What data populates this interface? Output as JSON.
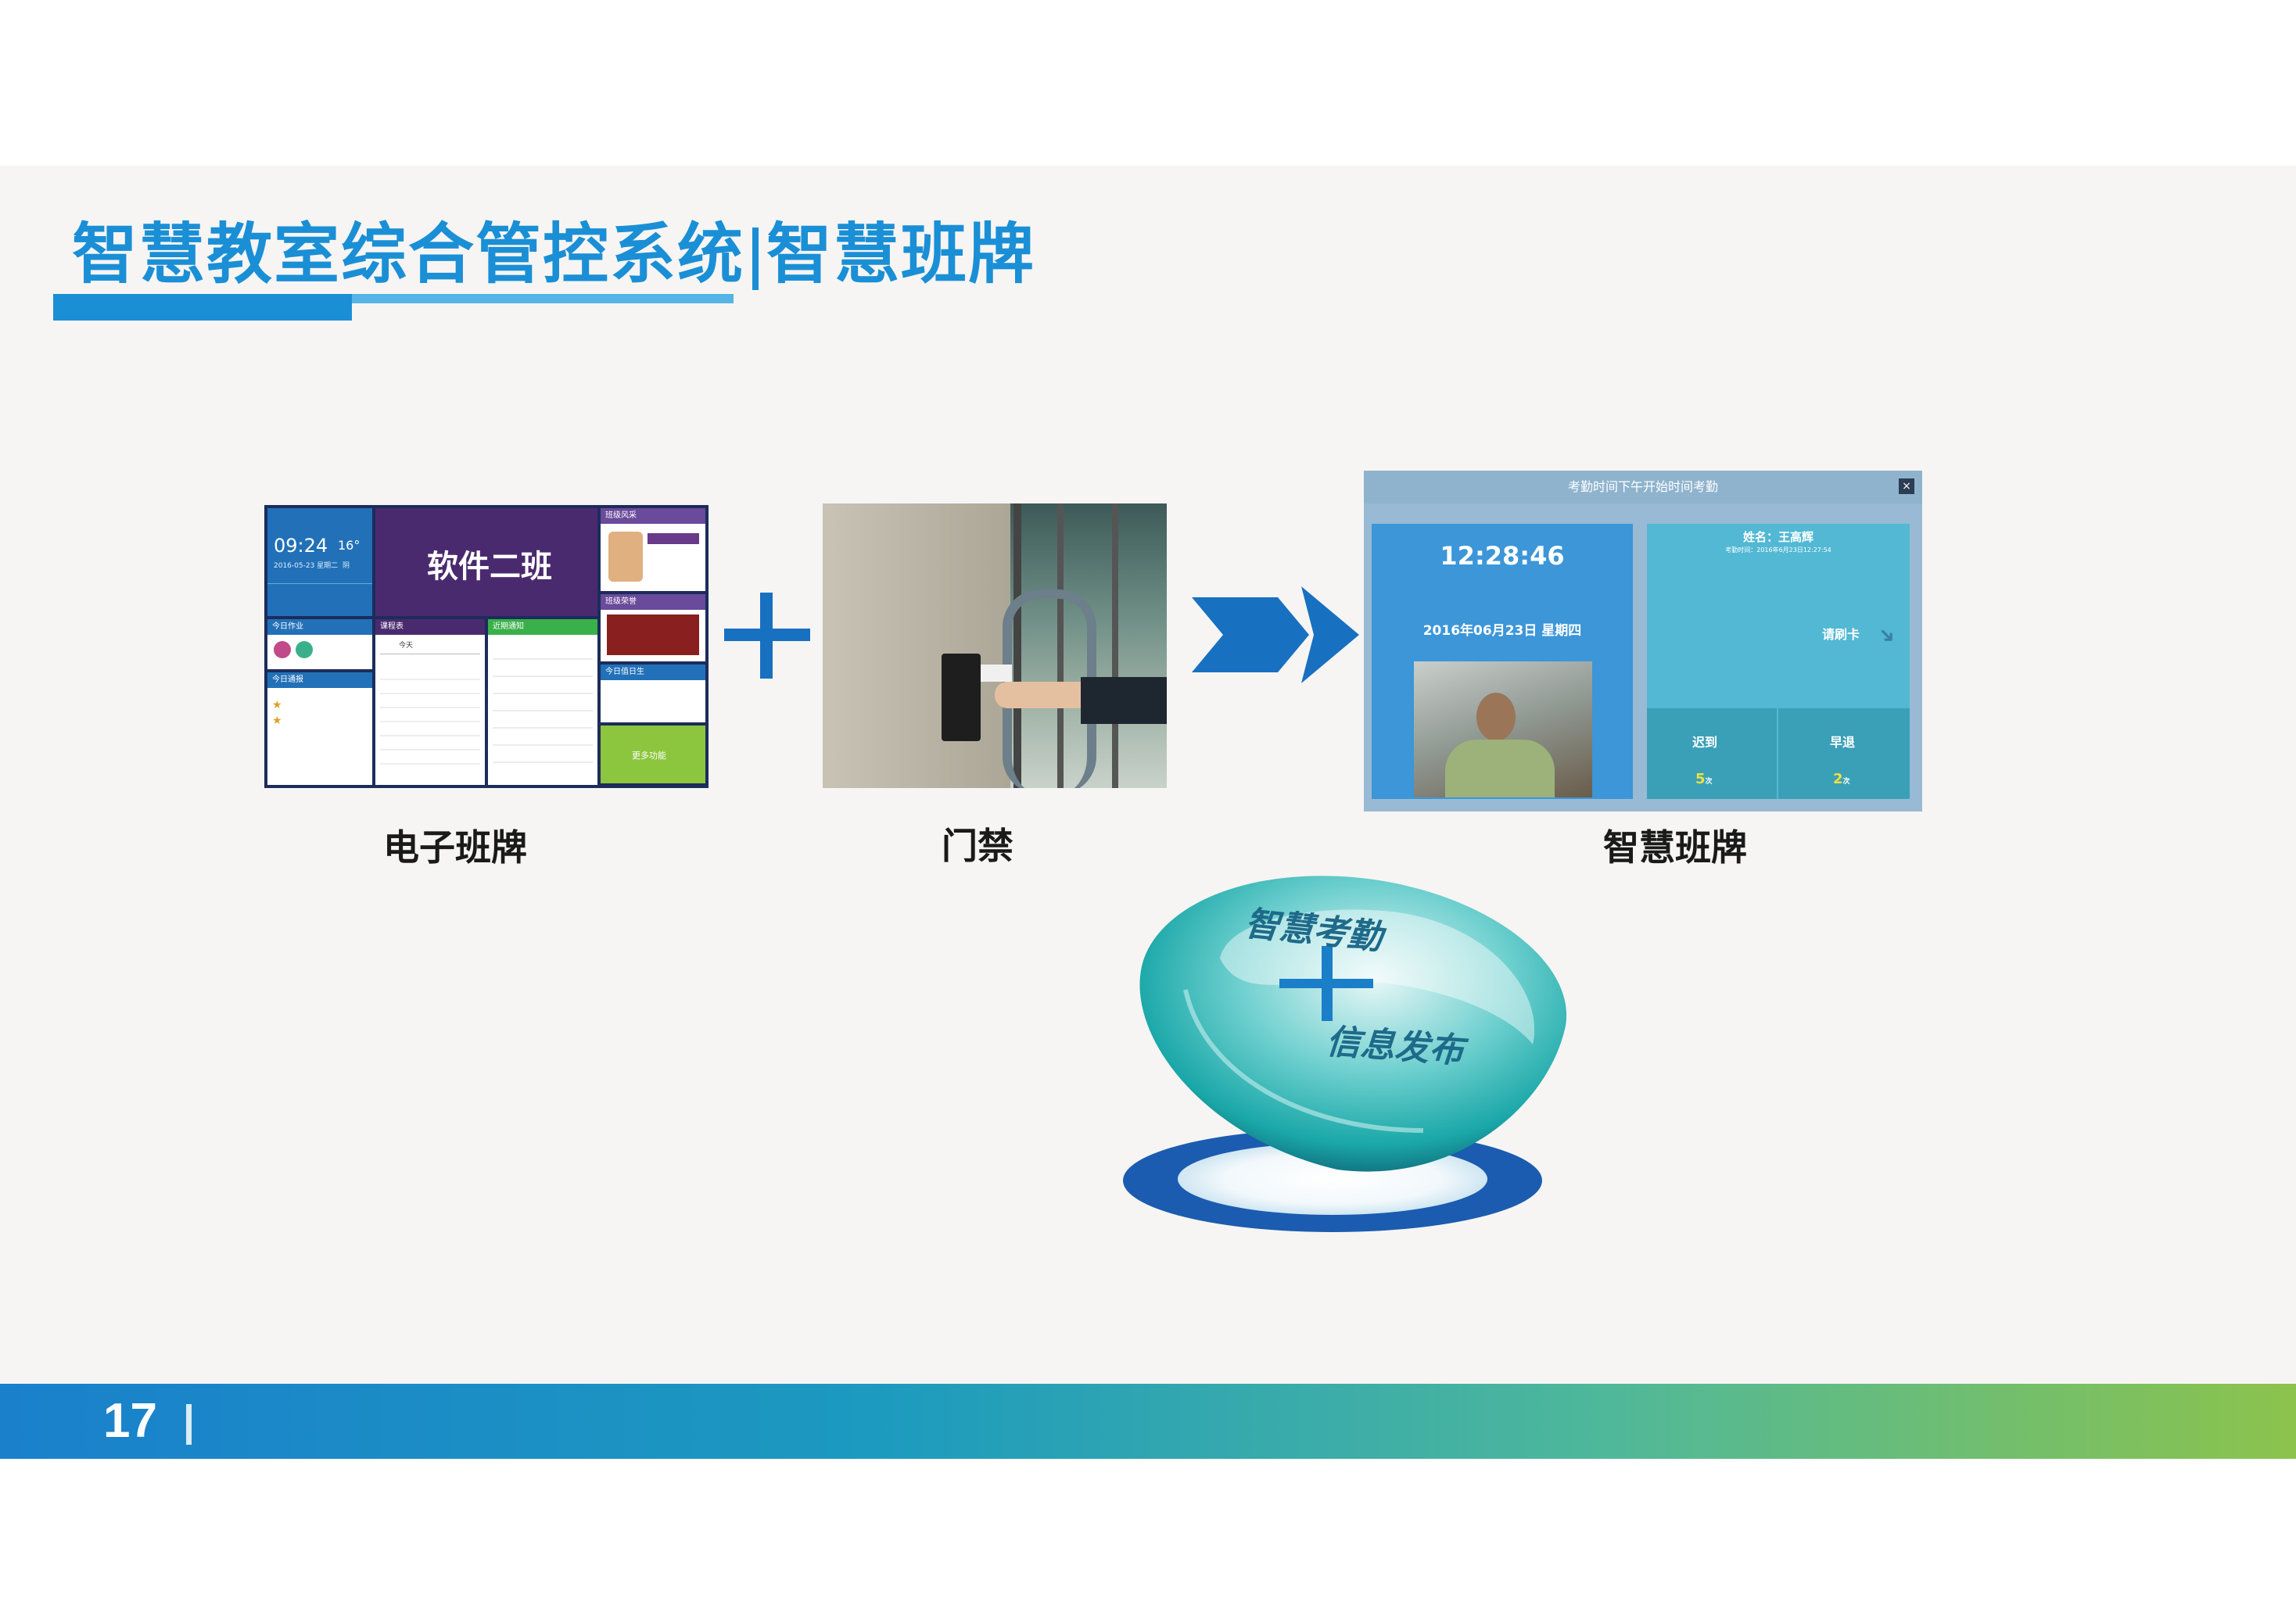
{
  "title": {
    "main": "智慧教室综合管控系统",
    "sub": "智慧班牌"
  },
  "captions": {
    "board": "电子班牌",
    "door": "门禁",
    "smart": "智慧班牌"
  },
  "board": {
    "class_name": "软件二班",
    "time": "09:24",
    "temp": "16°",
    "date": "2016-05-23 星期二",
    "weather": "阴",
    "more_button": "更多功能",
    "headers": [
      "课程表",
      "近期通知",
      "今日作业",
      "今日值日生",
      "今日通报",
      "班级风采",
      "班级荣誉"
    ],
    "today_tab": "今天"
  },
  "attendance": {
    "top_bar": "考勤时间下午开始时间考勤",
    "close": "×",
    "time": "12:28:46",
    "date": "2016年06月23日 星期四",
    "name": "姓名：王高辉",
    "checkin_time": "考勤时间：2016年6月23日12:27:54",
    "swipe_prompt": "请刷卡",
    "late_label": "迟到",
    "late_count": "5",
    "early_label": "早退",
    "early_count": "2",
    "unit": "次"
  },
  "lens": {
    "line1": "智慧考勤",
    "line2": "信息发布"
  },
  "page_number": "17",
  "colors": {
    "title_blue": "#1a8fd6",
    "arrow_blue": "#1870c0",
    "lens_teal": "#1aa7a8"
  }
}
